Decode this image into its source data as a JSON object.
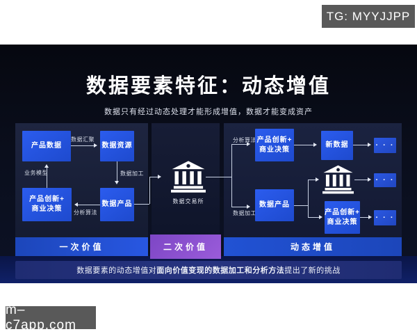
{
  "badges": {
    "top_right": "TG: MYYJJPP",
    "bottom_left": "m–c7app.com"
  },
  "slide": {
    "title": "数据要素特征：动态增值",
    "subtitle": "数据只有经过动态处理才能形成增值，数据才能变成资产",
    "left_panel": {
      "box_product_data": "产品数据",
      "box_data_resource": "数据资源",
      "box_innovation": "产品创新+\n商业决策",
      "box_data_product": "数据产品",
      "label_aggregation": "数据汇聚",
      "label_business_model": "业务模型",
      "label_processing": "数据加工",
      "label_algorithm": "分析算法",
      "value_bar": "一次价值"
    },
    "middle_panel": {
      "exchange_label": "数据交易所",
      "value_bar": "二次价值"
    },
    "right_panel": {
      "label_algorithm": "分析算法",
      "label_processing": "数据加工",
      "box_innovation_top": "产品创新+\n商业决策",
      "box_new_data": "新数据",
      "box_data_product": "数据产品",
      "box_innovation_bottom": "产品创新+\n商业决策",
      "dots": "· · ·",
      "value_bar": "动态增值"
    },
    "footer_banner": {
      "prefix": "数据要素的动态增值对",
      "bold": "面向价值变现的数据加工和分析方法",
      "suffix": "提出了新的挑战"
    }
  },
  "colors": {
    "box_blue": "#2353dd",
    "bar_blue": "#2151d2",
    "bar_purple": "#8a50cf",
    "panel_bg": "#1a2138",
    "banner_bg": "#233079",
    "badge_gray": "#595959",
    "slide_bg": "#0a0e1c"
  }
}
